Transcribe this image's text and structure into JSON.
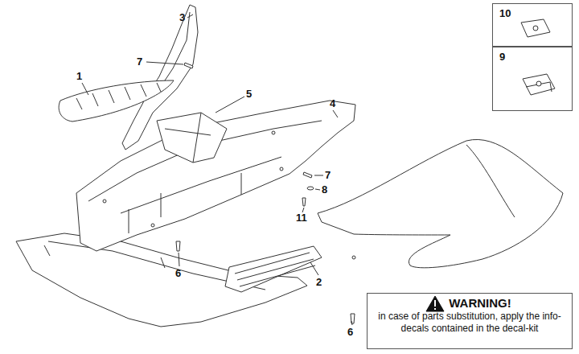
{
  "diagram": {
    "nodes": [
      {
        "text": [
          "10"
        ]
      },
      {
        "text": [
          "9"
        ]
      },
      {
        "text": [
          "WARNING!",
          "in case of parts substitution, apply the info-decals contained in the decal-kit"
        ]
      }
    ],
    "labels": [
      "3",
      "7",
      "1",
      "5",
      "4",
      "7",
      "8",
      "11",
      "6",
      "2",
      "6"
    ]
  }
}
